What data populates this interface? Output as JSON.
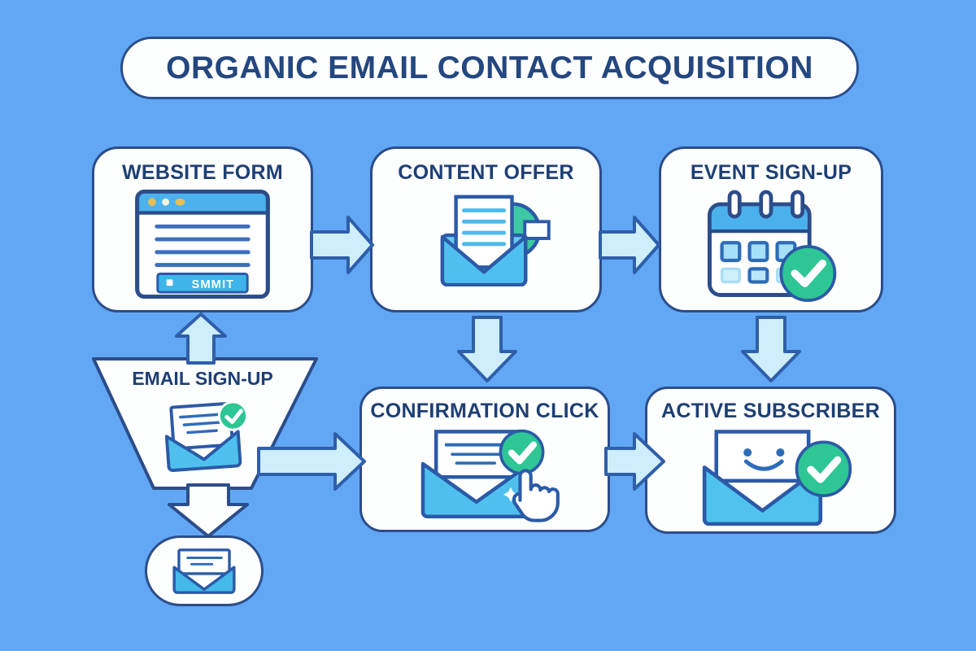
{
  "title": "ORGANIC EMAIL CONTACT ACQUISITION",
  "boxes": {
    "website_form": {
      "label": "WEBSITE FORM",
      "submit_text": "SMMIT",
      "icon": "browser-window-form-icon"
    },
    "content_offer": {
      "label": "CONTENT OFFER",
      "icon": "open-envelope-document-gear-icon"
    },
    "event_signup": {
      "label": "EVENT SIGN-UP",
      "icon": "calendar-check-icon"
    },
    "email_signup": {
      "label": "EMAIL SIGN-UP",
      "shape": "funnel",
      "icon": "envelope-check-icon"
    },
    "confirmation_click": {
      "label": "CONFIRMATION CLICK",
      "icon": "envelope-check-click-hand-icon"
    },
    "active_subscriber": {
      "label": "ACTIVE SUBSCRIBER",
      "icon": "envelope-smiley-check-icon"
    },
    "email_capsule": {
      "label": "",
      "shape": "capsule",
      "icon": "closed-envelope-icon"
    }
  },
  "connections": [
    {
      "from": "website-form",
      "to": "content-offer",
      "direction": "right"
    },
    {
      "from": "content-offer",
      "to": "event-signup",
      "direction": "right"
    },
    {
      "from": "content-offer",
      "to": "confirmation-click",
      "direction": "down"
    },
    {
      "from": "event-signup",
      "to": "active-subscriber",
      "direction": "down"
    },
    {
      "from": "email-signup",
      "to": "website-form",
      "direction": "up"
    },
    {
      "from": "email-signup",
      "to": "confirmation-click",
      "direction": "right"
    },
    {
      "from": "confirmation-click",
      "to": "active-subscriber",
      "direction": "right"
    },
    {
      "from": "email-signup",
      "to": "email-capsule",
      "direction": "down"
    }
  ],
  "colors": {
    "background": "#62a7f4",
    "node_fill": "#fdfefe",
    "outline": "#2b4d8a",
    "heading_text": "#1e3f74",
    "arrow_fill": "#cdeefa",
    "arrow_outline": "#2f5fa9",
    "icon_blue": "#4fc0ee",
    "icon_blue_dark": "#3fb4e8",
    "icon_line_blue": "#2e6cb8",
    "icon_green": "#2dc694",
    "icon_yellow": "#e7bf55"
  }
}
